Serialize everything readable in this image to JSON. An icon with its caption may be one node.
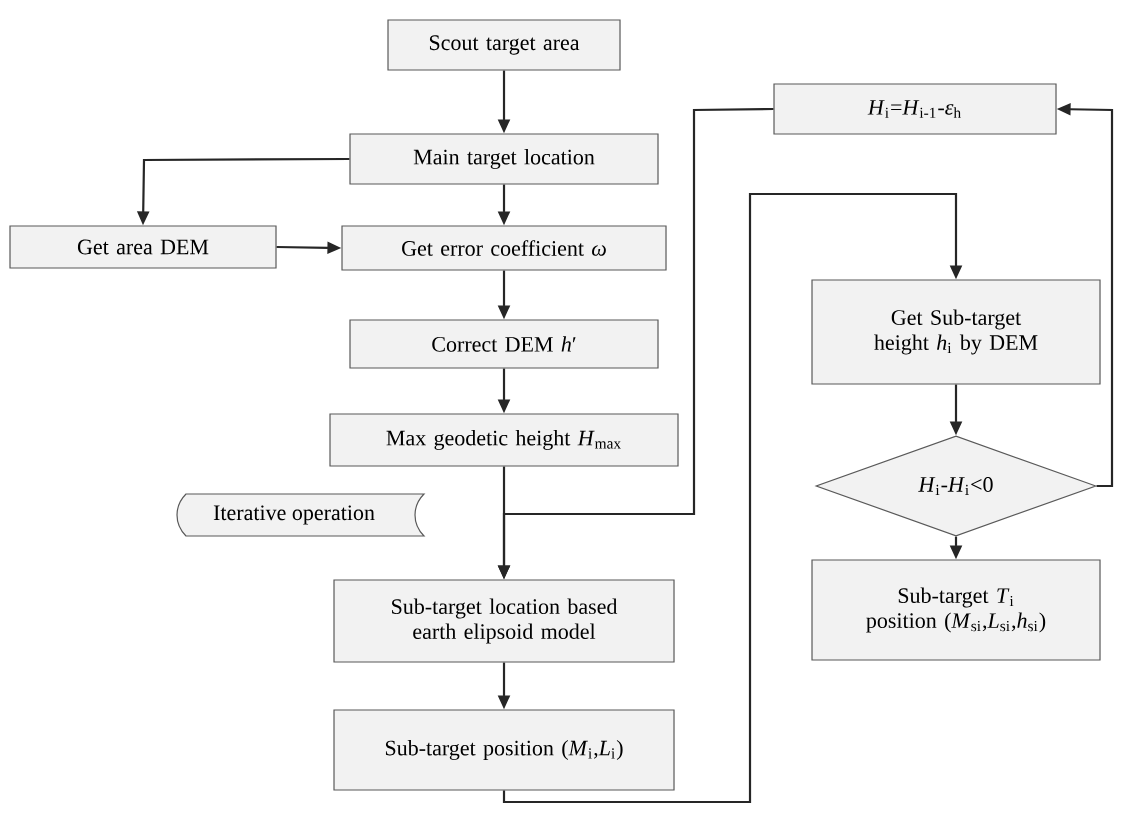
{
  "diagram": {
    "nodes": [
      {
        "text": [
          "Scout target area"
        ]
      },
      {
        "text": [
          "Main target location"
        ]
      },
      {
        "text": [
          "Get area DEM"
        ]
      },
      {
        "text": [
          "Get error coefficient *ω*"
        ]
      },
      {
        "text": [
          "Correct DEM *h*′"
        ]
      },
      {
        "text": [
          "Max geodetic height *H*$_{max}$"
        ]
      },
      {
        "text": [
          "Iterative operation"
        ]
      },
      {
        "text": [
          "Sub-target location based earth elipsoid model"
        ]
      },
      {
        "text": [
          "Sub-target position (*M*$_{i}$,*L*$_{i}$)"
        ]
      },
      {
        "text": [
          "*H*$_{i}$=*H*$_{i-1}$-*ε*$_{h}$"
        ]
      },
      {
        "text": [
          "Get Sub-target height *h*$_{i}$ by DEM"
        ]
      },
      {
        "text": [
          "*H*$_{i}$-*H*$_{i}$<0"
        ]
      },
      {
        "text": [
          "Sub-target *T*$_{i}$ position (*M*$_{si}$,*L*$_{si}$,*h*$_{si}$)"
        ]
      }
    ],
    "edges": [
      {
        "from": 0,
        "to": 1,
        "arrow": "to"
      },
      {
        "from": 1,
        "to": 2,
        "arrow": "to"
      },
      {
        "from": 1,
        "to": 3,
        "arrow": "to"
      },
      {
        "from": 2,
        "to": 3,
        "arrow": "to"
      },
      {
        "from": 3,
        "to": 4,
        "arrow": "to"
      },
      {
        "from": 4,
        "to": 5,
        "arrow": "to"
      },
      {
        "from": 5,
        "to": 7,
        "arrow": "to"
      },
      {
        "from": 9,
        "to": 7,
        "arrow": "to"
      },
      {
        "from": 7,
        "to": 8,
        "arrow": "to"
      },
      {
        "from": 8,
        "to": 10,
        "arrow": "to"
      },
      {
        "from": 10,
        "to": 11,
        "arrow": "to"
      },
      {
        "from": 11,
        "to": 9,
        "arrow": "to"
      },
      {
        "from": 11,
        "to": 12,
        "arrow": "to"
      }
    ]
  }
}
